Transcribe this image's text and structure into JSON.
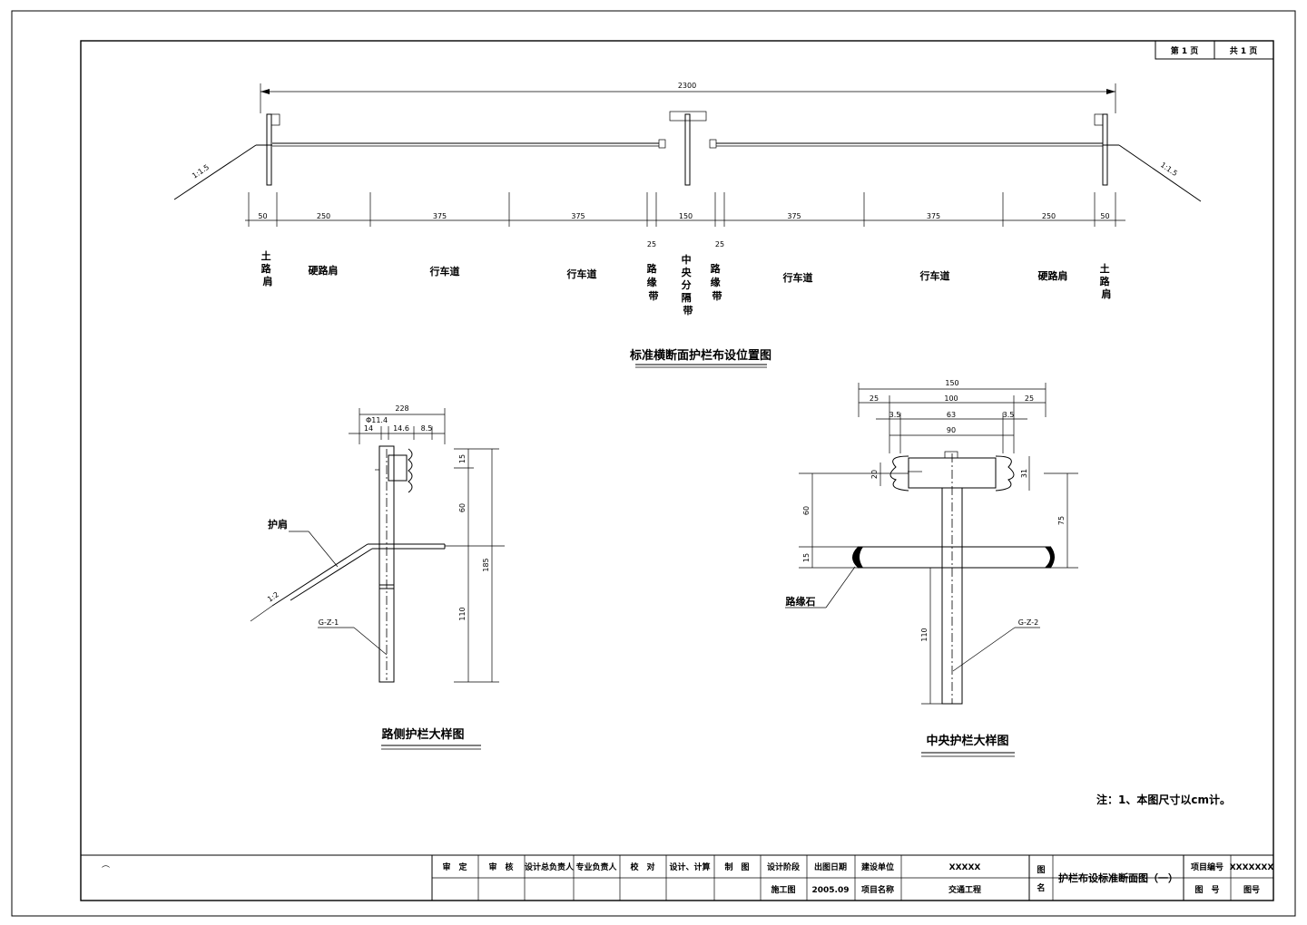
{
  "page_info": {
    "page_current": "第 1 页",
    "page_total": "共 1 页"
  },
  "cross_section": {
    "title": "标准横断面护栏布设位置图",
    "total_width": "2300",
    "slope_left": "1:1.5",
    "slope_right": "1:1.5",
    "segments": [
      "50",
      "250",
      "375",
      "375",
      "25",
      "150",
      "25",
      "375",
      "375",
      "250",
      "50"
    ],
    "labels": {
      "earth_shoulder_left": "土路肩",
      "hard_shoulder_left": "硬路肩",
      "lane_1": "行车道",
      "lane_2": "行车道",
      "edge_strip_left": "路缘带",
      "median": "中央分隔带",
      "edge_strip_right": "路缘带",
      "lane_3": "行车道",
      "lane_4": "行车道",
      "hard_shoulder_right": "硬路肩",
      "earth_shoulder_right": "土路肩"
    }
  },
  "side_detail": {
    "title": "路侧护栏大样图",
    "dims": {
      "total_width": "228",
      "diameter": "Φ11.4",
      "d14": "14",
      "d14_6": "14.6",
      "d8_5": "8.5",
      "d15": "15",
      "d60": "60",
      "d110": "110",
      "d185": "185"
    },
    "label_shoulder": "护肩",
    "slope": "1:2",
    "post_id": "G-Z-1"
  },
  "median_detail": {
    "title": "中央护栏大样图",
    "dims": {
      "d150": "150",
      "d25_left": "25",
      "d100": "100",
      "d25_right": "25",
      "d3_5_left": "3.5",
      "d63": "63",
      "d3_5_right": "3.5",
      "d90": "90",
      "d20": "20",
      "d31": "31",
      "d60": "60",
      "d15": "15",
      "d75": "75",
      "d110": "110"
    },
    "label_curb": "路缘石",
    "post_id": "G-Z-2"
  },
  "note": "注：1、本图尺寸以cm计。",
  "title_block": {
    "approve": "审　定",
    "review": "审　核",
    "design_lead": "设计总负责人",
    "discipline_lead": "专业负责人",
    "check": "校　对",
    "design_calc": "设计、计算",
    "draw": "制　图",
    "design_stage_label": "设计阶段",
    "design_stage_value": "施工图",
    "issue_date_label": "出图日期",
    "issue_date_value": "2005.09",
    "unit_label": "建设单位",
    "unit_value": "XXXXX",
    "project_label": "项目名称",
    "project_value": "交通工程",
    "drawing_name_label": "图名",
    "drawing_name_value": "护栏布设标准断面图（一）",
    "project_no_label": "项目编号",
    "project_no_value": "XXXXXXX",
    "drawing_no_label": "图　号",
    "drawing_no_value": "图号"
  }
}
